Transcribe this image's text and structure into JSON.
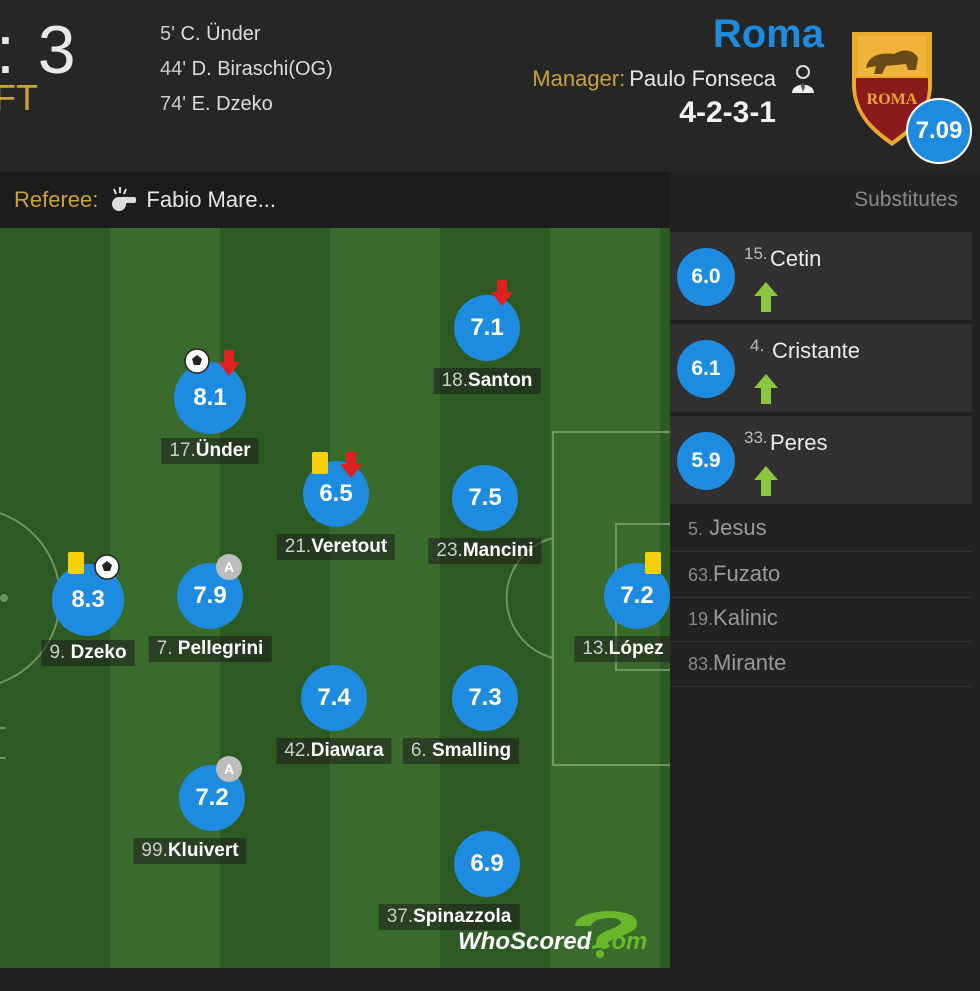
{
  "header": {
    "score_fragment": ": 3",
    "status": "FT",
    "goals": [
      {
        "minute": "5'",
        "player": "C. Ünder"
      },
      {
        "minute": "44'",
        "player": "D. Biraschi(OG)"
      },
      {
        "minute": "74'",
        "player": "E. Dzeko"
      }
    ],
    "team_name": "Roma",
    "manager_label": "Manager:",
    "manager_name": "Paulo Fonseca",
    "formation": "4-2-3-1",
    "team_rating": "7.09",
    "crest_text": "ROMA"
  },
  "referee": {
    "label": "Referee:",
    "name": "Fabio Mare..."
  },
  "players": [
    {
      "number": "18.",
      "name": "Santon",
      "rating": "7.1",
      "events": [
        "sub-off"
      ]
    },
    {
      "number": "17.",
      "name": "Ünder",
      "rating": "8.1",
      "events": [
        "goal",
        "sub-off"
      ]
    },
    {
      "number": "21.",
      "name": "Veretout",
      "rating": "6.5",
      "events": [
        "yellow-card",
        "sub-off"
      ]
    },
    {
      "number": "23.",
      "name": "Mancini",
      "rating": "7.5",
      "events": []
    },
    {
      "number": "9.",
      "name": "Dzeko",
      "rating": "8.3",
      "events": [
        "yellow-card",
        "goal"
      ]
    },
    {
      "number": "7.",
      "name": "Pellegrini",
      "rating": "7.9",
      "events": [
        "captain"
      ]
    },
    {
      "number": "13.",
      "name": "López",
      "rating": "7.2",
      "events": [
        "yellow-card"
      ]
    },
    {
      "number": "42.",
      "name": "Diawara",
      "rating": "7.4",
      "events": []
    },
    {
      "number": "6.",
      "name": "Smalling",
      "rating": "7.3",
      "events": []
    },
    {
      "number": "99.",
      "name": "Kluivert",
      "rating": "7.2",
      "events": [
        "captain"
      ]
    },
    {
      "number": "37.",
      "name": "Spinazzola",
      "rating": "6.9",
      "events": []
    }
  ],
  "captain_letter": "A",
  "watermark": {
    "brand": "WhoScored",
    "suffix": ".com"
  },
  "substitutes": {
    "title": "Substitutes",
    "used": [
      {
        "number": "15.",
        "name": "Cetin",
        "rating": "6.0"
      },
      {
        "number": "4.",
        "name": "Cristante",
        "rating": "6.1"
      },
      {
        "number": "33.",
        "name": "Peres",
        "rating": "5.9"
      }
    ],
    "unused": [
      {
        "number": "5.",
        "name": "Jesus"
      },
      {
        "number": "63.",
        "name": "Fuzato"
      },
      {
        "number": "19.",
        "name": "Kalinic"
      },
      {
        "number": "83.",
        "name": "Mirante"
      }
    ]
  },
  "colors": {
    "accent_blue": "#1d8ce0",
    "gold_label": "#c8a33a",
    "pitch_dark": "#2c5a22",
    "pitch_light": "#386b2c",
    "yellow_card": "#f5d10c",
    "sub_off_red": "#e02020",
    "sub_on_green": "#8cc63f"
  }
}
